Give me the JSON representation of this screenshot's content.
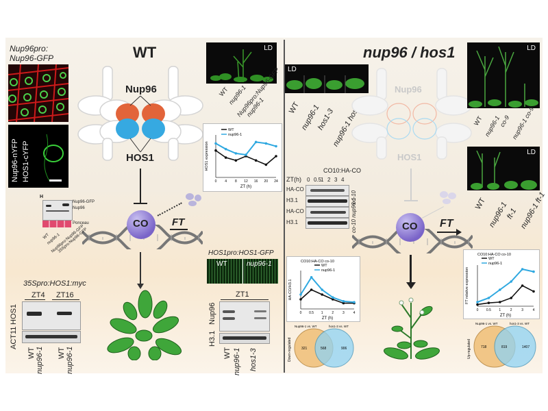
{
  "wt": {
    "title": "WT",
    "nup96_label": "Nup96",
    "hos1_label": "HOS1",
    "co_label": "CO",
    "ft_label": "FT",
    "inset_gfp": {
      "line1": "Nup96pro:",
      "line2": "Nup96-GFP"
    },
    "inset_bifc": {
      "line1": "Nup96-nYFP",
      "line2": "HOS1-cYFP"
    },
    "ld_photo": {
      "badge": "LD",
      "labels": [
        "WT",
        "nup96-1",
        "Nup96pro:Nup96-GFP",
        "nup96-1"
      ]
    },
    "hos1_chart": {
      "legend": [
        "WT",
        "nup96-1"
      ],
      "ylabel": "HOS1 expression",
      "xlabel": "ZT (h)"
    },
    "blot_small": {
      "title": "H",
      "labels": [
        "Nup96-GFP",
        "Nup96",
        "Ponceau"
      ],
      "lanes": [
        "WT",
        "nup96-1",
        "Nup96pro:Nup96-GFP",
        "35Spro:Nup96-GFP"
      ]
    },
    "hos1myc_blot": {
      "title": "35Spro:HOS1:myc",
      "zt": [
        "ZT4",
        "ZT16"
      ],
      "rows": [
        "HOS1",
        "ACT11"
      ],
      "lanes": [
        "WT",
        "nup96-1",
        "WT",
        "nup96-1"
      ]
    },
    "hos1gfp": {
      "title": "HOS1pro:HOS1-GFP",
      "panels": [
        "WT",
        "nup96-1"
      ]
    },
    "nup96_blot": {
      "title": "ZT1",
      "rows": [
        "Nup96",
        "H3.1"
      ],
      "lanes": [
        "WT",
        "nup96-1",
        "hos1-3"
      ]
    }
  },
  "mutant": {
    "title": "nup96 / hos1",
    "nup96_label": "Nup96",
    "hos1_label": "HOS1",
    "co_label": "CO",
    "ft_label": "FT",
    "ld_photo1": {
      "badge": "LD",
      "labels": [
        "WT",
        "nup96-1",
        "hos1-3",
        "nup96-1 hos1-3"
      ]
    },
    "ld_photo2": {
      "badge": "LD",
      "labels": [
        "WT",
        "nup96-1",
        "co-9",
        "nup96-1 co-9"
      ]
    },
    "ld_photo3": {
      "badge": "LD",
      "labels": [
        "WT",
        "nup96-1",
        "ft-1",
        "nup96-1 ft-1"
      ]
    },
    "ha_co_blot": {
      "title": "CO10:HA-CO",
      "zt_label": "ZT(h)",
      "zt": [
        "0",
        "0.5",
        "1",
        "2",
        "3",
        "4"
      ],
      "rows": [
        "HA-CO",
        "H3.1",
        "HA-CO",
        "H3.1"
      ],
      "side": [
        "co-10",
        "co-10 nup96-1"
      ]
    },
    "ha_co_chart": {
      "title": "CO10:HA-CO co-10",
      "legend": [
        "WT",
        "nup96-1"
      ],
      "ylabel": "HA-CO/H3.1",
      "xlabel": "ZT (h)"
    },
    "ft_chart": {
      "title": "CO10:HA-CO co-10",
      "legend": [
        "WT",
        "nup96-1"
      ],
      "ylabel": "FT relative expression",
      "xlabel": "ZT (h)"
    },
    "venn_left": {
      "left": "Nup96-1 vs. WT",
      "right": "hos1-3 vs. WT",
      "side": "Down-regulated",
      "a": "321",
      "ab": "568",
      "b": "906"
    },
    "venn_right": {
      "left": "Nup96-1 vs. WT",
      "right": "hos1-3 vs. WT",
      "side": "Up-regulated",
      "a": "718",
      "ab": "819",
      "b": "1407"
    }
  },
  "colors": {
    "nup96": "#e2643a",
    "hos1": "#36a9e1",
    "co": "#7a64c8",
    "wt_line": "#111111",
    "mutant_line": "#2fa8e0",
    "venn_left": "#f1c27d",
    "venn_right": "#8fd3f4"
  },
  "chart_data": [
    {
      "type": "line",
      "title": "",
      "xlabel": "ZT (h)",
      "ylabel": "HOS1 expression",
      "x": [
        0,
        4,
        8,
        12,
        16,
        20,
        24
      ],
      "xlim": [
        0,
        24
      ],
      "ylim": [
        0,
        3
      ],
      "series": [
        {
          "name": "WT",
          "values": [
            1.9,
            1.4,
            1.2,
            1.5,
            1.2,
            0.9,
            1.5
          ]
        },
        {
          "name": "nup96-1",
          "values": [
            2.4,
            2.0,
            1.7,
            1.6,
            2.5,
            2.4,
            2.2
          ]
        }
      ]
    },
    {
      "type": "line",
      "title": "CO10:HA-CO co-10",
      "xlabel": "ZT (h)",
      "ylabel": "HA-CO/H3.1",
      "x": [
        0,
        0.5,
        1,
        2,
        3,
        4
      ],
      "ylim": [
        0,
        0.4
      ],
      "series": [
        {
          "name": "WT",
          "values": [
            0.1,
            0.2,
            0.15,
            0.1,
            0.06,
            0.06
          ]
        },
        {
          "name": "nup96-1",
          "values": [
            0.15,
            0.33,
            0.2,
            0.12,
            0.08,
            0.07
          ]
        }
      ]
    },
    {
      "type": "line",
      "title": "CO10:HA-CO co-10",
      "xlabel": "ZT (h)",
      "ylabel": "FT relative expression",
      "x": [
        0,
        0.5,
        1,
        2,
        3,
        4
      ],
      "ylim": [
        0,
        0.5
      ],
      "series": [
        {
          "name": "WT",
          "values": [
            0.02,
            0.04,
            0.05,
            0.1,
            0.25,
            0.18
          ]
        },
        {
          "name": "nup96-1",
          "values": [
            0.05,
            0.1,
            0.2,
            0.3,
            0.45,
            0.42
          ]
        }
      ]
    }
  ]
}
